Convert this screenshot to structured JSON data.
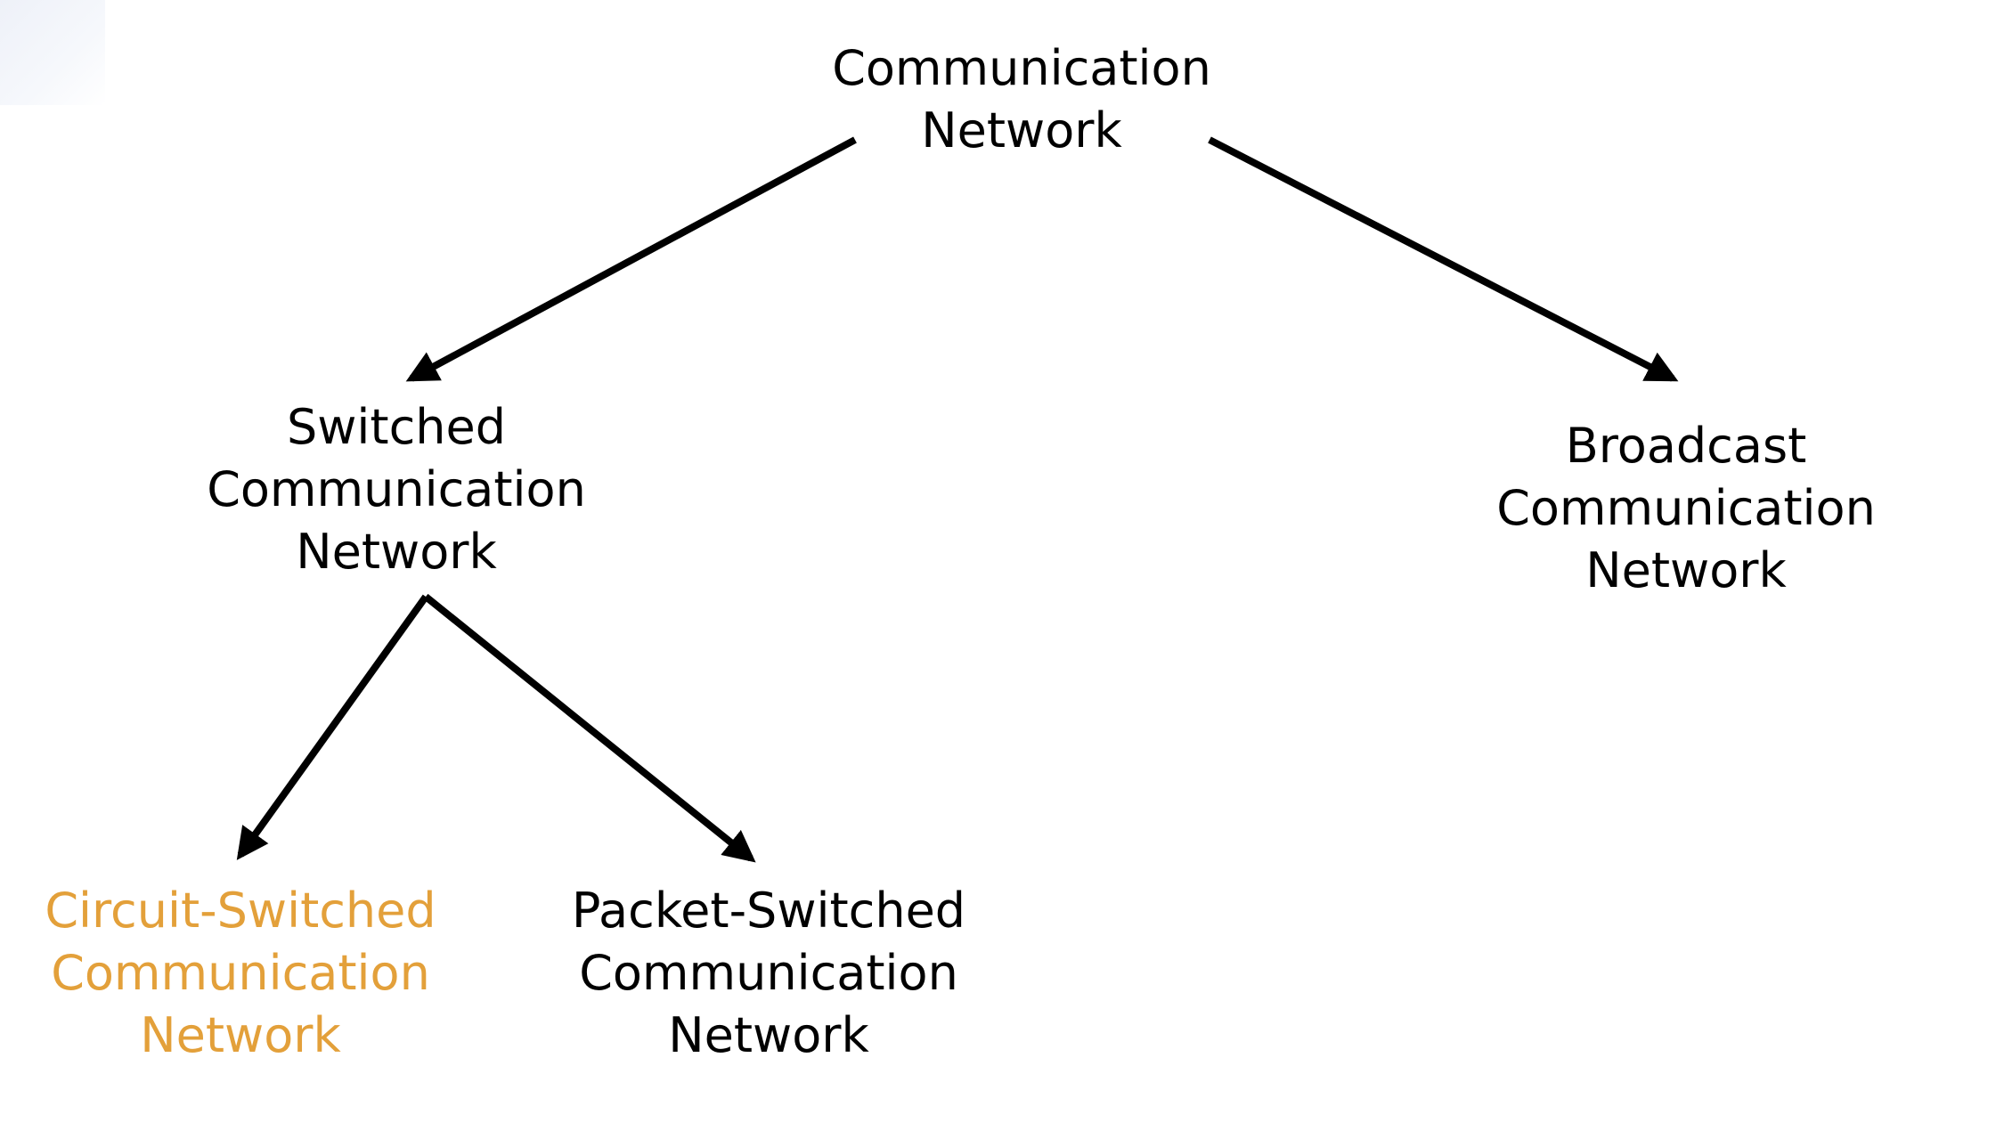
{
  "nodes": {
    "root": {
      "lines": [
        "Communication",
        "Network"
      ],
      "color": "#000000"
    },
    "switched": {
      "lines": [
        "Switched",
        "Communication",
        "Network"
      ],
      "color": "#000000"
    },
    "broadcast": {
      "lines": [
        "Broadcast",
        "Communication",
        "Network"
      ],
      "color": "#000000"
    },
    "circuit": {
      "lines": [
        "Circuit-Switched",
        "Communication",
        "Network"
      ],
      "color": "#E3A03A"
    },
    "packet": {
      "lines": [
        "Packet-Switched",
        "Communication",
        "Network"
      ],
      "color": "#000000"
    }
  },
  "edges": [
    {
      "from": "root",
      "to": "switched"
    },
    {
      "from": "root",
      "to": "broadcast"
    },
    {
      "from": "switched",
      "to": "circuit"
    },
    {
      "from": "switched",
      "to": "packet"
    }
  ]
}
